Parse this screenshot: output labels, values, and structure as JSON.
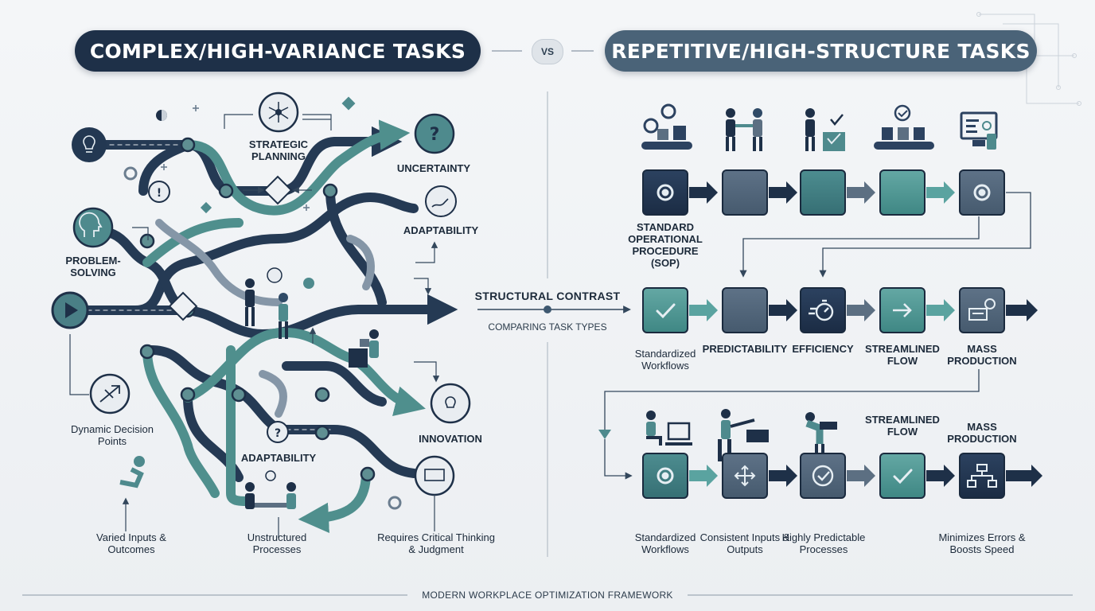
{
  "header": {
    "left_title": "COMPLEX/HIGH-VARIANCE TASKS",
    "vs": "VS",
    "right_title": "REPETITIVE/HIGH-STRUCTURE TASKS"
  },
  "center": {
    "title": "STRUCTURAL CONTRAST",
    "subtitle": "COMPARING TASK TYPES"
  },
  "left": {
    "strategic_planning": "STRATEGIC PLANNING",
    "uncertainty": "UNCERTAINTY",
    "adaptability_top": "ADAPTABILITY",
    "problem_solving": "PROBLEM-SOLVING",
    "dynamic_decision": "Dynamic Decision Points",
    "adaptability_bottom": "ADAPTABILITY",
    "innovation": "INNOVATION",
    "varied_inputs": "Varied Inputs & Outcomes",
    "unstructured": "Unstructured Processes",
    "critical_thinking": "Requires Critical Thinking & Judgment"
  },
  "right": {
    "sop": "STANDARD OPERATIONAL PROCEDURE (SOP)",
    "row2_labels": [
      "Standardized Workflows",
      "PREDICTABILITY",
      "EFFICIENCY",
      "STREAMLINED FLOW",
      "MASS PRODUCTION"
    ],
    "row3_top_labels": [
      "STREAMLINED FLOW",
      "MASS PRODUCTION"
    ],
    "row3_bottom_labels": [
      "Standardized Workflows",
      "Consistent Inputs & Outputs",
      "Highly Predictable Processes",
      "Minimizes Errors & Boosts Speed"
    ]
  },
  "footer": "MODERN WORKPLACE OPTIMIZATION FRAMEWORK",
  "colors": {
    "navy": "#1e3048",
    "slate": "#4a6378",
    "teal": "#3e8a8a",
    "teal_light": "#5aa3a0",
    "gray_blue": "#5c6f82"
  }
}
